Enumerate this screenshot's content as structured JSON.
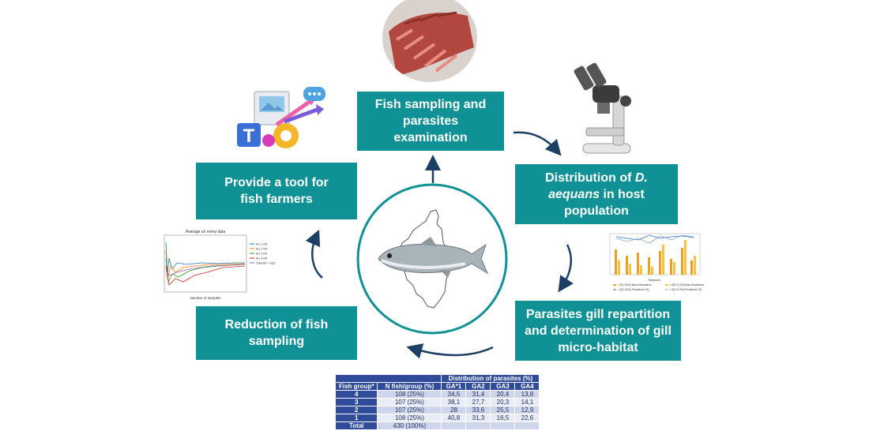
{
  "steps": {
    "sampling": {
      "line1": "Fish sampling and",
      "line2": "parasites",
      "line3": "examination"
    },
    "distribution": {
      "pre": "Distribution of ",
      "species": "D.",
      "species2": "aequans",
      "post": " in host",
      "line3": "population"
    },
    "repartition": {
      "line1": "Parasites gill repartition",
      "line2": "and determination of gill",
      "line3": "micro-habitat"
    },
    "reduction": {
      "line1": "Reduction of fish",
      "line2": "sampling"
    },
    "tool": {
      "line1": "Provide a tool for",
      "line2": "fish farmers"
    }
  },
  "mini_plot": {
    "title": "Average on every data",
    "xlabel": "Number of samples",
    "legend": [
      "Arc 1 left",
      "Arc 2 left",
      "Arc 3 left",
      "Arc 4 left",
      "Total left + right"
    ]
  },
  "mini_chart": {
    "xlabel": "Seasons",
    "legend": [
      "L.B(Y-1000) Mean Abundance",
      "L.B(Y-1C29) Mean Abundance",
      "L.B(Y-1000) Prevalence (%)",
      "L.B(Y-1C29) Prevalence (%)"
    ]
  },
  "table": {
    "header_top": "Distribution of parasites (%)",
    "col_group": "Fish group*",
    "col_n": "N fish/group (%)",
    "cols": [
      "GA*1",
      "GA2",
      "GA3",
      "GA4"
    ],
    "rows": [
      {
        "group": "4",
        "n": "108 (25%)",
        "v": [
          "34,5",
          "31,4",
          "20,4",
          "13,8"
        ]
      },
      {
        "group": "3",
        "n": "107 (25%)",
        "v": [
          "38,1",
          "27,7",
          "20,3",
          "14,1"
        ]
      },
      {
        "group": "2",
        "n": "107 (25%)",
        "v": [
          "28",
          "33,6",
          "25,5",
          "12,9"
        ]
      },
      {
        "group": "1",
        "n": "108 (25%)",
        "v": [
          "40,8",
          "31,3",
          "16,5",
          "22,6"
        ]
      }
    ],
    "total_label": "Total",
    "total_n": "430 (100%)"
  },
  "colors": {
    "teal": "#0f9196",
    "arrow": "#1d3f63",
    "table_header": "#2f4b9a"
  }
}
